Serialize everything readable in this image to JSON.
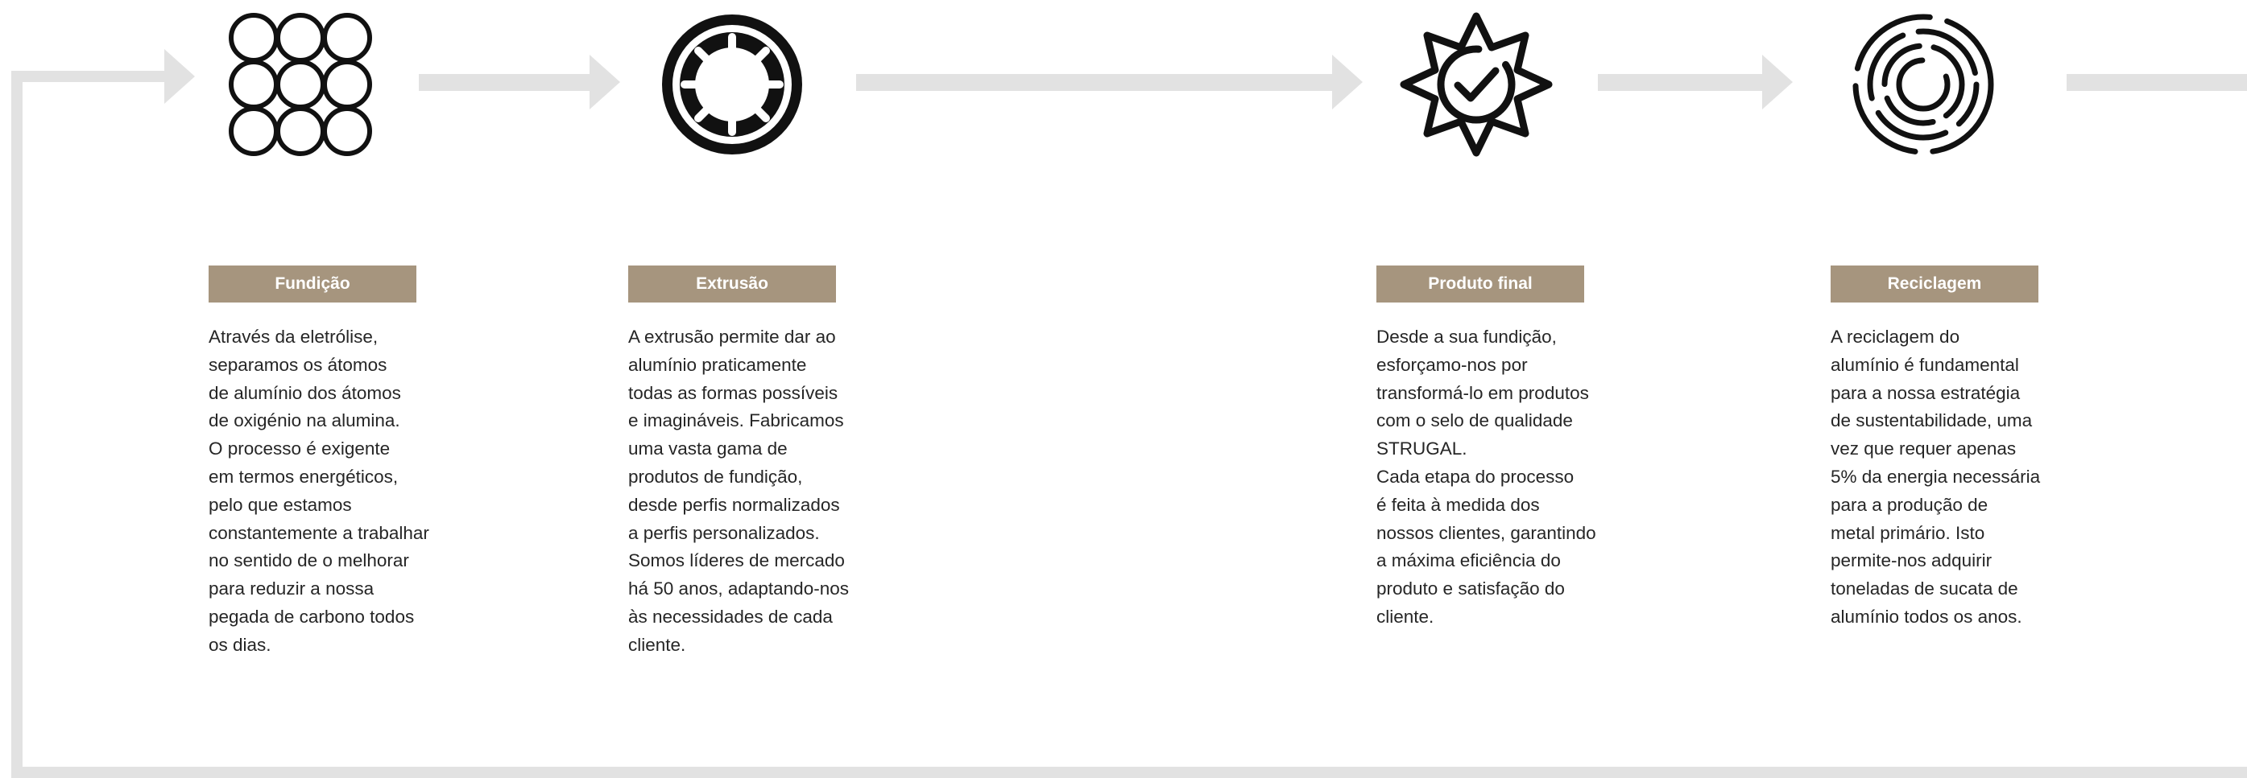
{
  "colors": {
    "label_background": "#a6957e",
    "label_text": "#ffffff",
    "flow_arrows": "#e2e2e2",
    "icons": "#111111",
    "body_text": "#262626"
  },
  "steps": [
    {
      "label": "Fundição",
      "icon": "circles-grid-icon",
      "description": "Através da eletrólise,\nseparamos os átomos\nde alumínio dos átomos\nde oxigénio na alumina.\nO processo é exigente\nem termos energéticos,\npelo que estamos\nconstantemente a trabalhar\nno sentido de o melhorar\npara reduzir a nossa\npegada de carbono todos\nos dias."
    },
    {
      "label": "Extrusão",
      "icon": "extrusion-die-icon",
      "description": "A extrusão permite dar ao\nalumínio praticamente\ntodas as formas possíveis\ne imagináveis. Fabricamos\numa vasta gama de\nprodutos de fundição,\ndesde perfis normalizados\na perfis personalizados.\nSomos líderes de mercado\nhá 50 anos, adaptando-nos\nàs necessidades de cada\ncliente."
    },
    {
      "label": "Produto final",
      "icon": "quality-seal-check-icon",
      "description": "Desde  a sua fundição,\nesforçamo-nos por\ntransformá-lo em produtos\ncom o selo de qualidade\nSTRUGAL.\nCada etapa do processo\né feita à medida dos\nnossos clientes, garantindo\na máxima eficiência do\nproduto e satisfação do\ncliente."
    },
    {
      "label": "Reciclagem",
      "icon": "recycling-rings-icon",
      "description": "A reciclagem do\nalumínio é fundamental\npara a nossa estratégia\nde sustentabilidade, uma\nvez que requer apenas\n5% da energia necessária\npara a produção de\nmetal primário.  Isto\npermite-nos adquirir\ntoneladas de sucata de\nalumínio todos os anos."
    }
  ]
}
